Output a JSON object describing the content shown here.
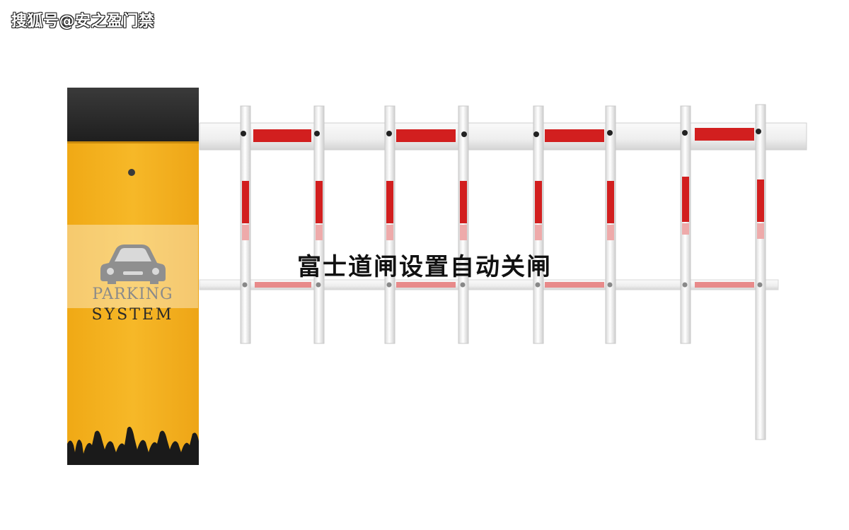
{
  "watermark": "搜狐号@安之盈门禁",
  "caption": "富士道闸设置自动关闸",
  "cabinet": {
    "label_line1": "PARKING",
    "label_line2": "SYSTEM"
  },
  "colors": {
    "cabinet_yellow": "#f4b21f",
    "cabinet_cap": "#2a2a2a",
    "reflector_red": "#d21f1f",
    "boom_white": "#f1f1f1"
  }
}
